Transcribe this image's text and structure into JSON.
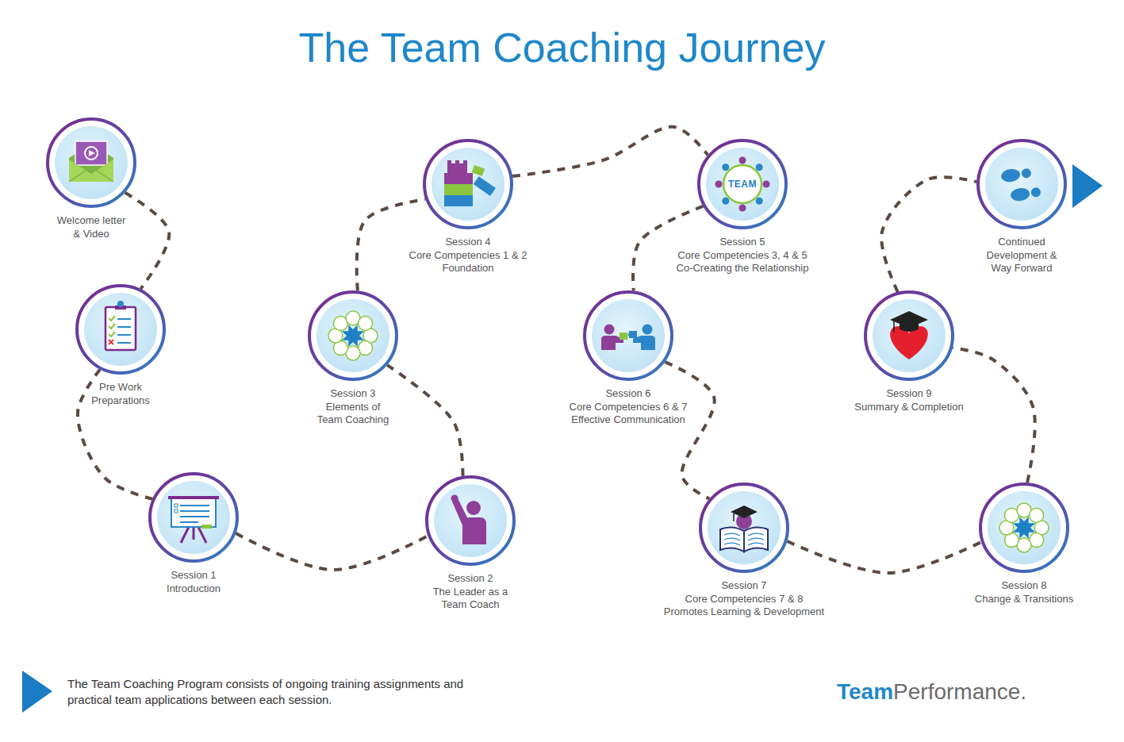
{
  "diagram": {
    "title": "The Team Coaching Journey",
    "caption": "The Team Coaching Program consists of ongoing training assignments and practical team applications between each session.",
    "nodes": [
      {
        "text": [
          "Welcome letter & Video"
        ]
      },
      {
        "text": [
          "Pre Work Preparations"
        ]
      },
      {
        "text": [
          "Session 1",
          "Introduction"
        ]
      },
      {
        "text": [
          "Session 2",
          "The Leader as a Team Coach"
        ]
      },
      {
        "text": [
          "Session 3",
          "Elements of Team Coaching"
        ]
      },
      {
        "text": [
          "Session 4",
          "Core Competencies 1 & 2 Foundation"
        ]
      },
      {
        "text": [
          "Session 5",
          "Core Competencies 3, 4 & 5 Co-Creating the Relationship"
        ]
      },
      {
        "text": [
          "Session 6",
          "Core Competencies 6 & 7 Effective Communication"
        ]
      },
      {
        "text": [
          "Session 7",
          "Core Competencies 7 & 8 Promotes Learning & Development"
        ]
      },
      {
        "text": [
          "Session 8",
          "Change & Transitions"
        ]
      },
      {
        "text": [
          "Session 9",
          "Summary & Completion"
        ]
      },
      {
        "text": [
          "Continued Development & Way Forward"
        ]
      }
    ],
    "edges": [
      {
        "from": 0,
        "to": 1,
        "arrow": "none"
      },
      {
        "from": 1,
        "to": 2,
        "arrow": "none"
      },
      {
        "from": 2,
        "to": 3,
        "arrow": "none"
      },
      {
        "from": 3,
        "to": 4,
        "arrow": "none"
      },
      {
        "from": 4,
        "to": 5,
        "arrow": "none"
      },
      {
        "from": 5,
        "to": 6,
        "arrow": "none"
      },
      {
        "from": 6,
        "to": 7,
        "arrow": "none"
      },
      {
        "from": 7,
        "to": 8,
        "arrow": "none"
      },
      {
        "from": 8,
        "to": 9,
        "arrow": "none"
      },
      {
        "from": 9,
        "to": 10,
        "arrow": "none"
      },
      {
        "from": 10,
        "to": 11,
        "arrow": "none"
      }
    ],
    "labels": [
      "TEAM",
      "Team",
      "Performance."
    ]
  }
}
